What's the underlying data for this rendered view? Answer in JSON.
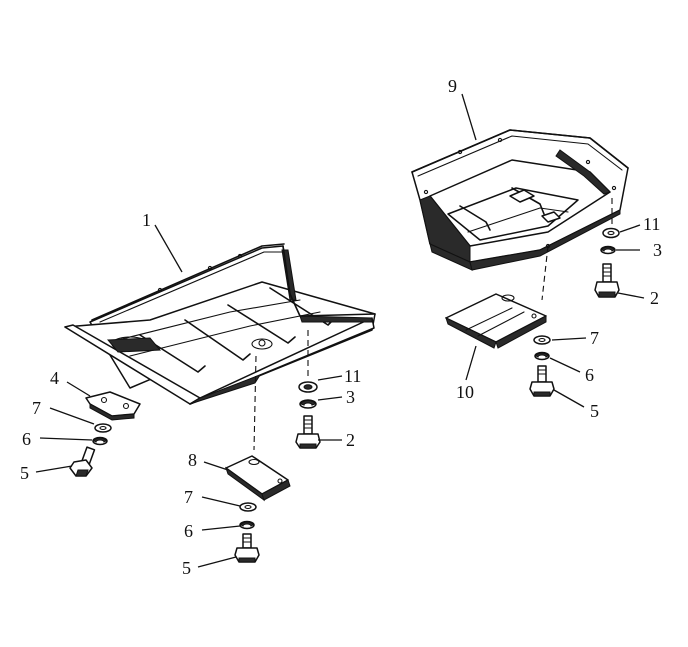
{
  "callouts": {
    "part_1": "1",
    "part_2_left": "2",
    "part_3_left": "3",
    "part_4": "4",
    "part_5_left": "5",
    "part_5_mid": "5",
    "part_6_left": "6",
    "part_6_mid": "6",
    "part_7_left": "7",
    "part_7_mid": "7",
    "part_8": "8",
    "part_11_left": "11",
    "part_9": "9",
    "part_10": "10",
    "part_11_right": "11",
    "part_3_right": "3",
    "part_2_right": "2",
    "part_7_right": "7",
    "part_6_right": "6",
    "part_5_right": "5"
  }
}
